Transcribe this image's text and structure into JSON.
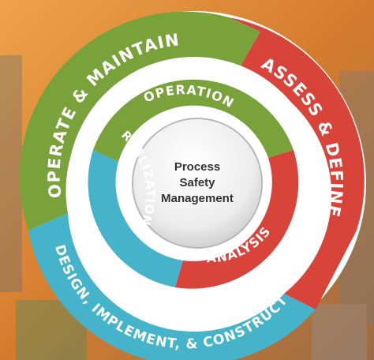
{
  "center": {
    "line1": "Process",
    "line2": "Safety",
    "line3": "Management"
  },
  "outer_ring": {
    "operate": "OPERATE & MAINTAIN",
    "assess": "ASSESS & DEFINE",
    "design": "DESIGN, IMPLEMENT, & CONSTRUCT"
  },
  "inner_ring": {
    "operation": "OPERATION",
    "analysis": "ANALYSIS",
    "realization": "REALIZATION"
  },
  "colors": {
    "background": "#d98a3a",
    "green": "#7aa23a",
    "red": "#d8433a",
    "blue": "#45b3c9",
    "center": "#f3f3f3"
  }
}
